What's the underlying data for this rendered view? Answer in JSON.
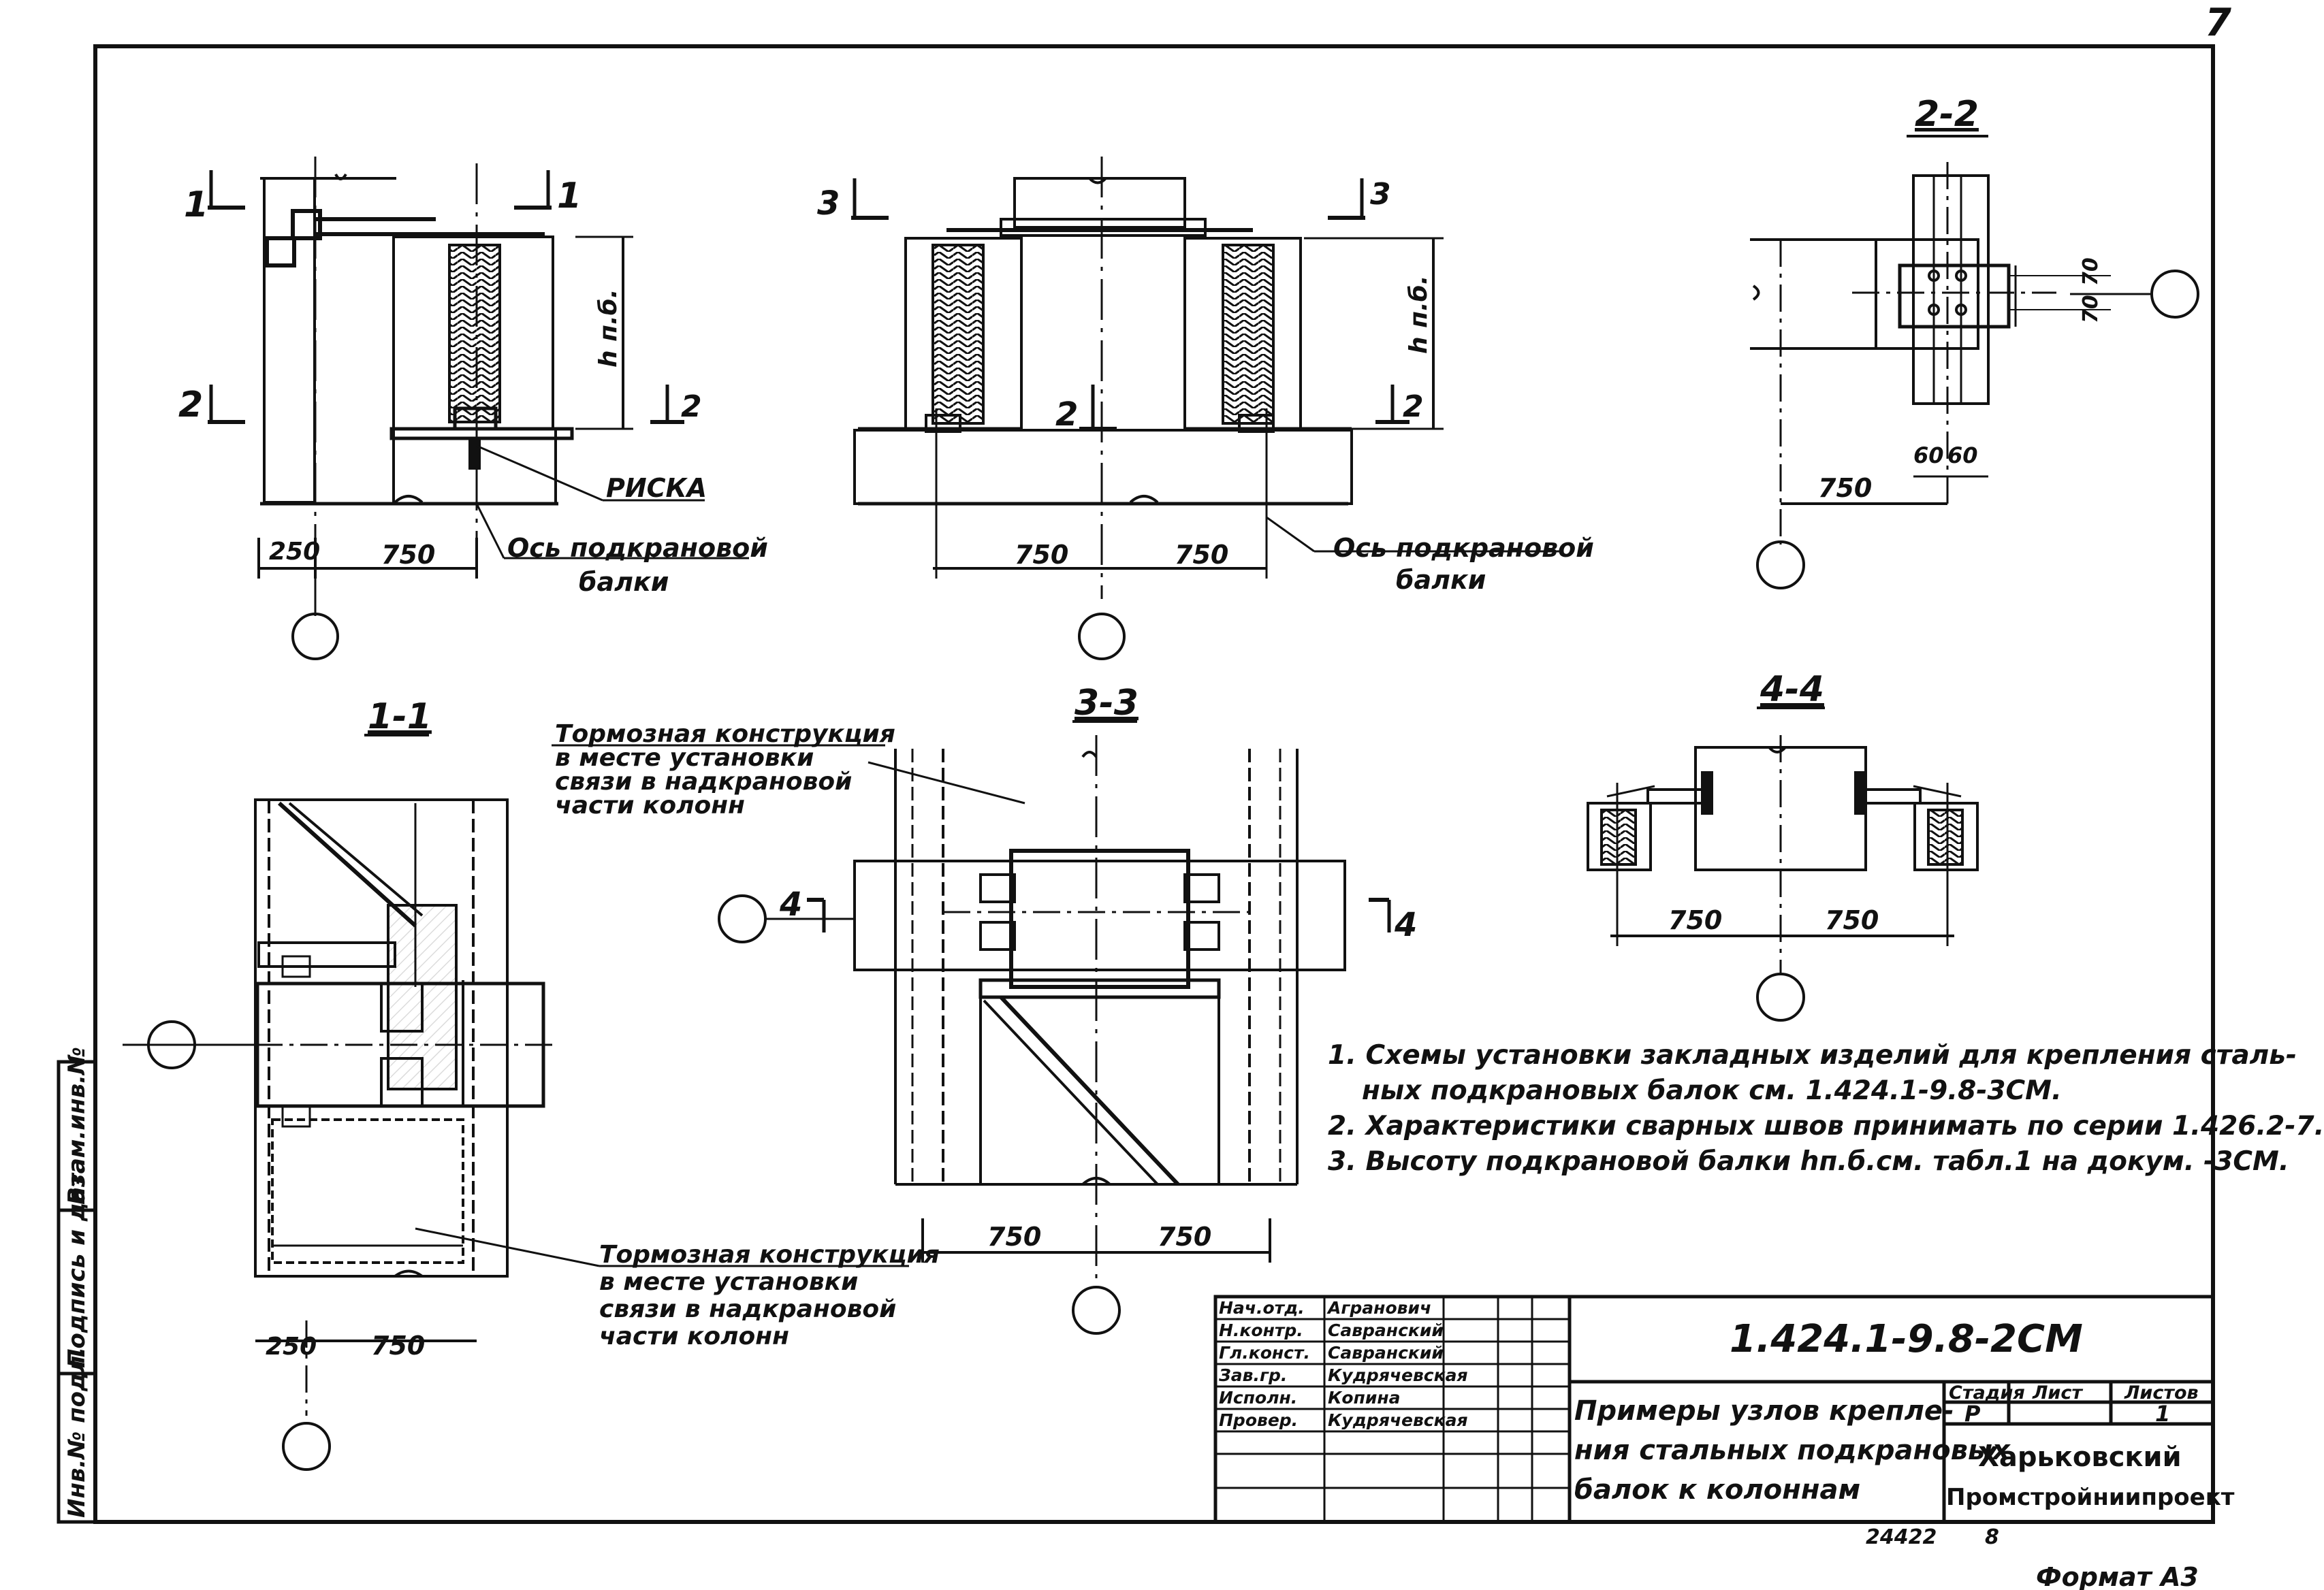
{
  "sheet_number": "7",
  "format_label": "Формат А3",
  "archive_number": "24422",
  "archive_sheet": "8",
  "left_stamp": [
    "Инв.№ подл.",
    "Подпись и дата",
    "Взам.инв.№"
  ],
  "details": {
    "top_left": {
      "cut_marks": [
        "1",
        "1",
        "2",
        "2"
      ],
      "height_label": "h п.б.",
      "callout_riska": "РИСКА",
      "callout_axis": [
        "Ось подкрановой",
        "балки"
      ],
      "dims": [
        "250",
        "750"
      ]
    },
    "top_middle": {
      "cut_marks": [
        "3",
        "3",
        "2",
        "2"
      ],
      "height_label": "h п.б.",
      "callout_axis": [
        "Ось подкрановой",
        "балки"
      ],
      "dims": [
        "750",
        "750"
      ]
    },
    "section_2_2": {
      "title": "2-2",
      "dims_vertical": [
        "70",
        "70"
      ],
      "dims_bottom": [
        "60",
        "60"
      ],
      "dim": "750"
    },
    "section_1_1": {
      "title": "1-1",
      "dims": [
        "250",
        "750"
      ],
      "callout_top": [
        "Тормозная конструкция",
        "в месте установки",
        "связи в надкрановой",
        "части колонн"
      ],
      "callout_bottom": [
        "Тормозная конструкция",
        "в месте установки",
        "связи в надкрановой",
        "части колонн"
      ]
    },
    "section_3_3": {
      "title": "3-3",
      "cut_marks": [
        "4",
        "4"
      ],
      "dims": [
        "750",
        "750"
      ]
    },
    "section_4_4": {
      "title": "4-4",
      "dims": [
        "750",
        "750"
      ]
    }
  },
  "notes": [
    "1. Схемы установки закладных изделий для крепления сталь-",
    "ных подкрановых балок см. 1.424.1-9.8-3СМ.",
    "2. Характеристики сварных швов принимать по серии 1.426.2-7.",
    "3. Высоту подкрановой балки hп.б.см. табл.1 на докум. -3СМ."
  ],
  "title_block": {
    "code": "1.424.1-9.8-2СМ",
    "title": [
      "Примеры узлов крепле-",
      "ния стальных подкрановых",
      "балок к колоннам"
    ],
    "roles": [
      {
        "role": "Нач.отд.",
        "name": "Агранович"
      },
      {
        "role": "Н.контр.",
        "name": "Савранский"
      },
      {
        "role": "Гл.конст.",
        "name": "Савранский"
      },
      {
        "role": "Зав.гр.",
        "name": "Кудрячевская"
      },
      {
        "role": "Исполн.",
        "name": "Копина"
      },
      {
        "role": "Провер.",
        "name": "Кудрячевская"
      }
    ],
    "stage_header": "Стадия",
    "sheet_header": "Лист",
    "sheets_header": "Листов",
    "stage": "Р",
    "sheet": "",
    "sheets": "1",
    "org": [
      "Харьковский",
      "Промстройниипроект"
    ]
  }
}
